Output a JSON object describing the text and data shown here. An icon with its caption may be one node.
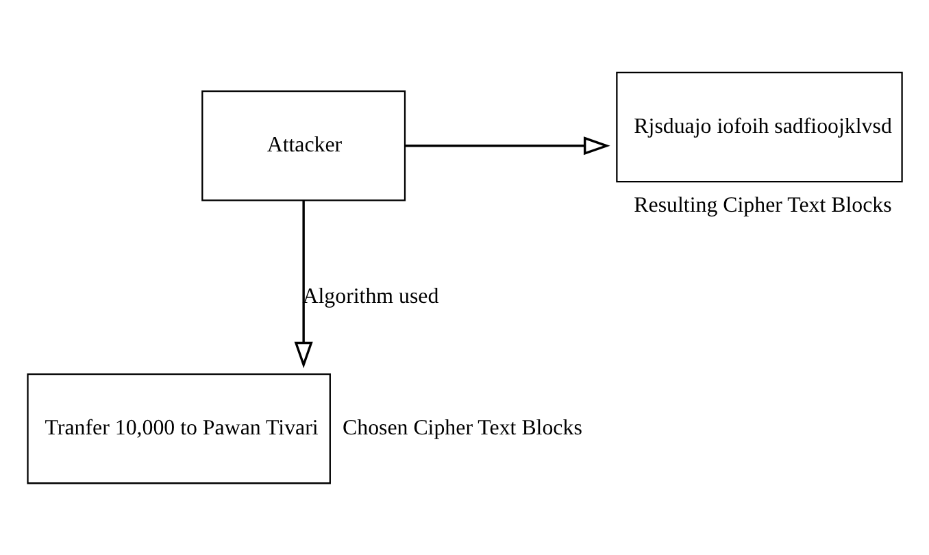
{
  "diagram": {
    "nodes": [
      {
        "text": [
          "Attacker"
        ]
      },
      {
        "text": [
          "Rjsduajo iofoih sadfioojklvsd"
        ],
        "beside": [
          "Resulting Cipher Text Blocks"
        ]
      },
      {
        "text": [
          "Tranfer 10,000 to Pawan Tivari"
        ],
        "beside": [
          "Chosen Cipher Text Blocks"
        ]
      }
    ],
    "edges": [
      {
        "from": 0,
        "to": 1,
        "arrow": "to"
      },
      {
        "from": 0,
        "to": 2,
        "arrow": "to",
        "label": "Algorithm used"
      }
    ]
  }
}
